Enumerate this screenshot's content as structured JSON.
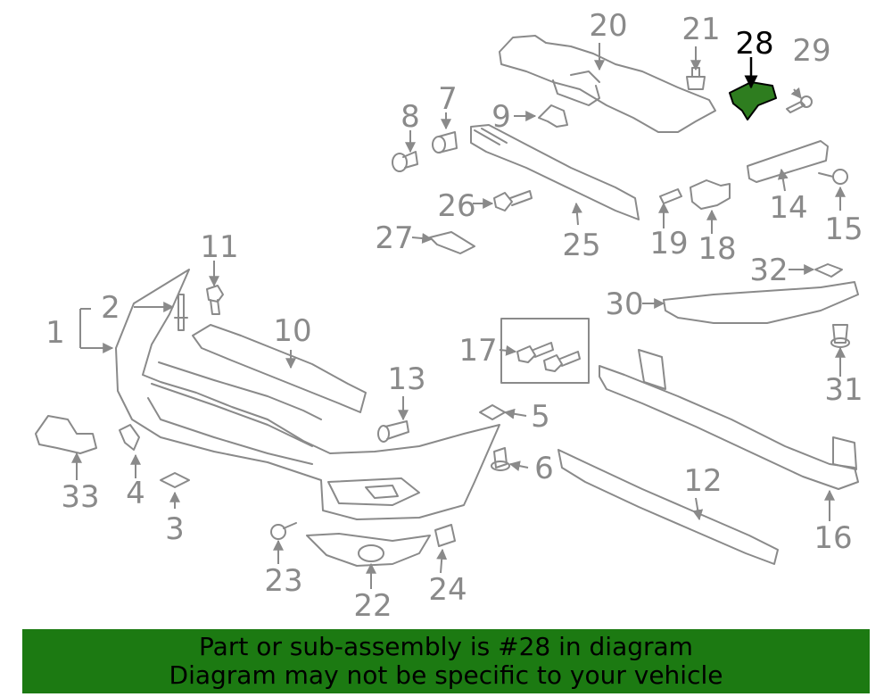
{
  "callouts": {
    "c1": "1",
    "c2": "2",
    "c3": "3",
    "c4": "4",
    "c5": "5",
    "c6": "6",
    "c7": "7",
    "c8": "8",
    "c9": "9",
    "c10": "10",
    "c11": "11",
    "c12": "12",
    "c13": "13",
    "c14": "14",
    "c15": "15",
    "c16": "16",
    "c17": "17",
    "c18": "18",
    "c19": "19",
    "c20": "20",
    "c21": "21",
    "c22": "22",
    "c23": "23",
    "c24": "24",
    "c25": "25",
    "c26": "26",
    "c27": "27",
    "c28": "28",
    "c29": "29",
    "c30": "30",
    "c31": "31",
    "c32": "32",
    "c33": "33"
  },
  "highlight": {
    "part_number": "28",
    "color": "#2e7d1f"
  },
  "colors": {
    "line": "#8a8a8a",
    "banner": "#1c7a12"
  },
  "banner": {
    "line1": "Part or sub-assembly is #28 in diagram",
    "line2": "Diagram may not be specific to your vehicle"
  }
}
